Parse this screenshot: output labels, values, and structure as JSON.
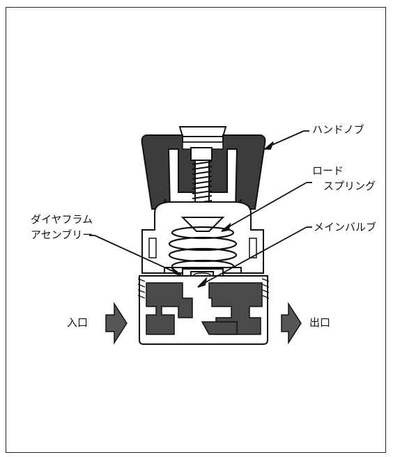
{
  "labels": {
    "hand_knob": "ハンドノブ",
    "load_spring_line1": "ロード",
    "load_spring_line2": "スプリング",
    "diaphragm_line1": "ダイヤフラム",
    "diaphragm_line2": "アセンブリー",
    "main_valve": "メインバルブ",
    "inlet": "入口",
    "outlet": "出口"
  },
  "colors": {
    "dark_body": "#4a4a4a",
    "dark_knob": "#3c3c3c",
    "arrow_fill": "#555555",
    "line": "#111111"
  }
}
